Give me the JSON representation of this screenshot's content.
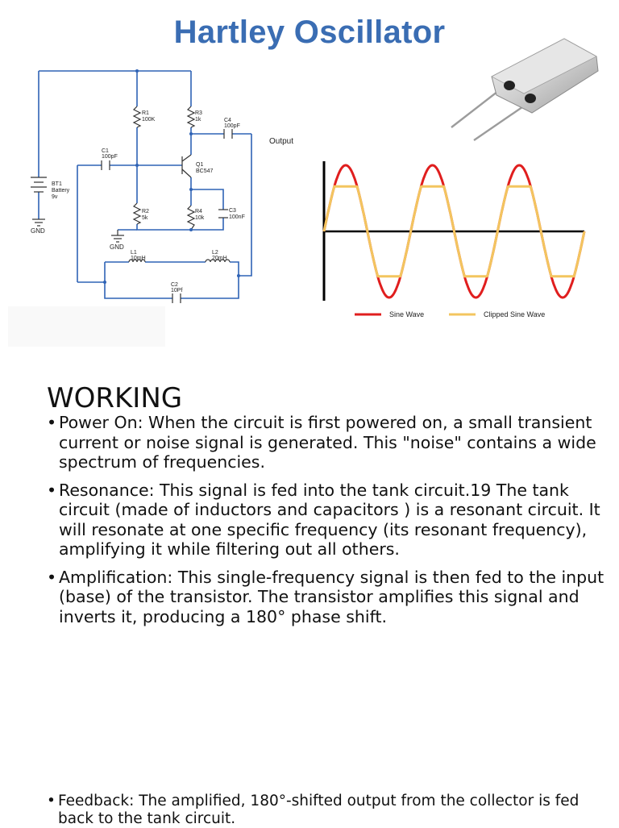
{
  "title": "Hartley Oscillator",
  "circuit": {
    "r1": "R1",
    "r1_val": "100K",
    "r3": "R3",
    "r3_val": "1k",
    "c4": "C4",
    "c4_val": "100pF",
    "output": "Output",
    "c1": "C1",
    "c1_val": "100pF",
    "q1": "Q1",
    "q1_val": "BC547",
    "bt1": "BT1",
    "bt1_desc": "Battery",
    "bt1_val": "9v",
    "r2": "R2",
    "r2_val": "5k",
    "r4": "R4",
    "r4_val": "10k",
    "c3": "C3",
    "c3_val": "100nF",
    "gnd1": "GND",
    "gnd2": "GND",
    "l1": "L1",
    "l1_val": "10mH",
    "l2": "L2",
    "l2_val": "20mH",
    "c2": "C2",
    "c2_val": "10Pf",
    "colors": {
      "wire": "#2f63b5",
      "component": "#333333"
    }
  },
  "waveform": {
    "legend_sine": "Sine Wave",
    "legend_clipped": "Clipped Sine Wave",
    "colors": {
      "sine": "#e01e1e",
      "clipped": "#f3c55f",
      "axis": "#000000"
    }
  },
  "section_heading": "WORKING",
  "bullets": [
    "Power On: When the circuit is first powered on, a small transient current or noise signal is generated. This \"noise\" contains a wide spectrum of frequencies.",
    "Resonance: This signal is fed into the tank circuit.19 The tank circuit (made of inductors and capacitors ) is a resonant circuit. It will resonate at one specific frequency (its resonant frequency), amplifying it while filtering out all others.",
    "Amplification: This single-frequency signal is then fed to the input (base) of the transistor. The transistor amplifies this signal and inverts it, producing a 180° phase shift."
  ],
  "last_bullet": "Feedback: The amplified, 180°-shifted output from the collector is fed back to the tank circuit."
}
